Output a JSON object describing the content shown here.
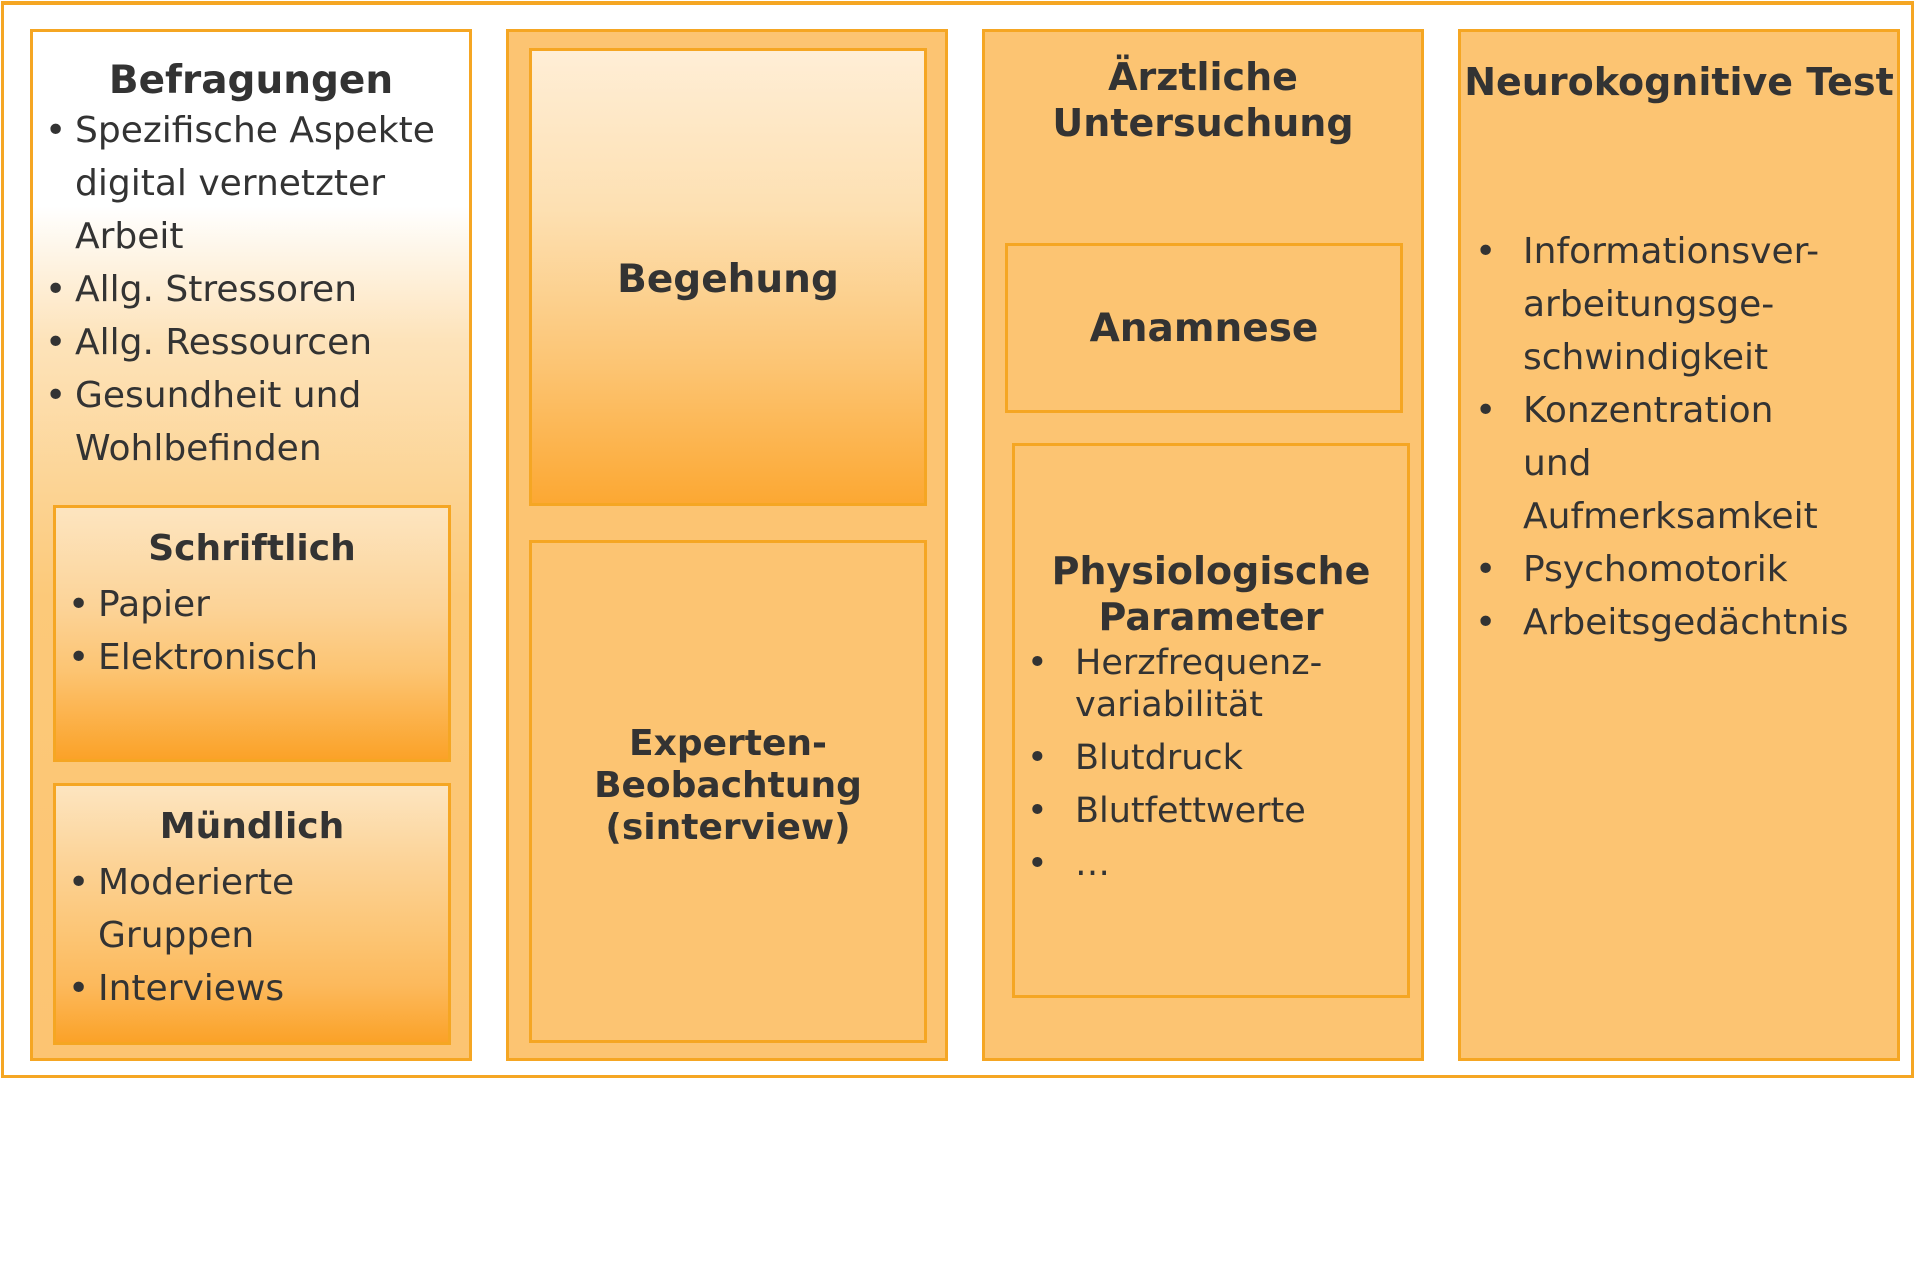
{
  "columns": {
    "befragungen": {
      "title": "Befragungen",
      "items": [
        "Spezifische Aspekte digital vernetzter Arbeit",
        "Allg. Stressoren",
        "Allg. Ressourcen",
        "Gesundheit und Wohlbefinden"
      ],
      "schriftlich": {
        "title": "Schriftlich",
        "items": [
          "Papier",
          "Elektronisch"
        ]
      },
      "muendlich": {
        "title": "Mündlich",
        "items": [
          "Moderierte Gruppen",
          "Interviews"
        ]
      }
    },
    "begehung": {
      "title": "Begehung",
      "experten_line1": "Experten-",
      "experten_line2": "Beobachtung",
      "experten_line3": "(sinterview)"
    },
    "aerztlich": {
      "title_line1": "Ärztliche",
      "title_line2": "Untersuchung",
      "anamnese": "Anamnese",
      "physio": {
        "title_line1": "Physiologische",
        "title_line2": "Parameter",
        "items": [
          "Herzfrequenz-variabilität",
          "Blutdruck",
          "Blutfettwerte",
          "…"
        ]
      }
    },
    "neuro": {
      "title": "Neurokognitive Test",
      "items": [
        "Informationsver-arbeitungsge-schwindigkeit",
        "Konzentration und Aufmerksamkeit",
        "Psychomotorik",
        "Arbeitsgedächtnis"
      ]
    }
  },
  "colors": {
    "border": "#f5a623",
    "fill": "#fcc472",
    "gradient_dark": "#fba228",
    "text": "#333333"
  }
}
